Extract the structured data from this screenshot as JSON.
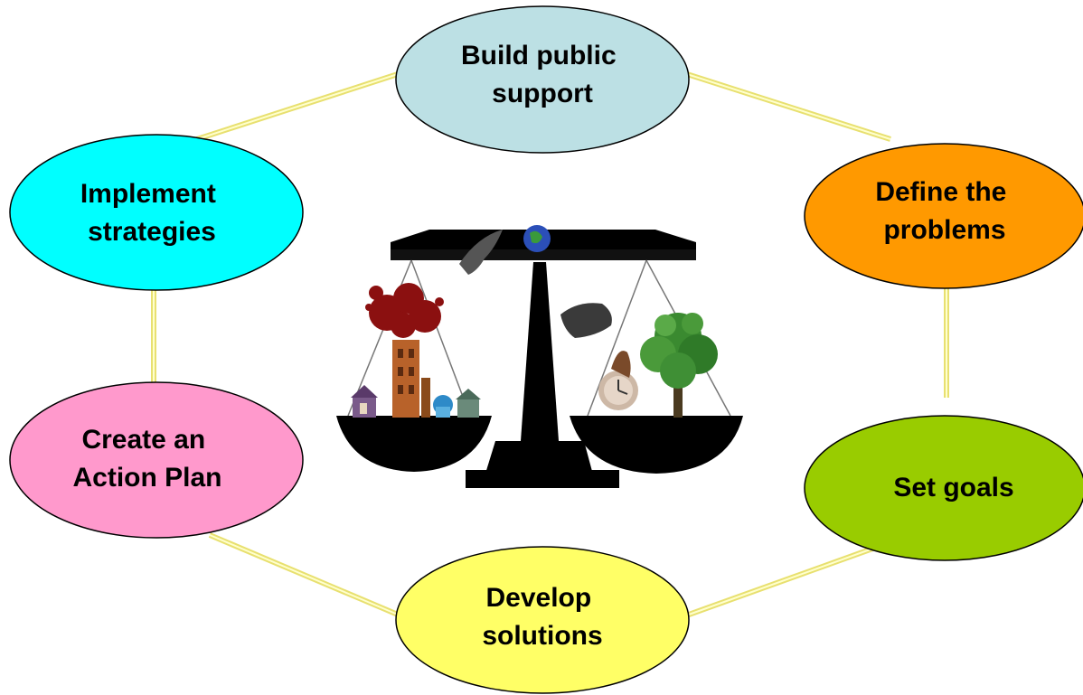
{
  "nodes": [
    {
      "id": "build",
      "lines": [
        "Build public",
        "support"
      ],
      "color": "#BCE0E4"
    },
    {
      "id": "define",
      "lines": [
        "Define the",
        "problems"
      ],
      "color": "#FF9900"
    },
    {
      "id": "goals",
      "lines": [
        "Set goals"
      ],
      "color": "#99CC00"
    },
    {
      "id": "develop",
      "lines": [
        "Develop",
        "solutions"
      ],
      "color": "#FFFF66"
    },
    {
      "id": "plan",
      "lines": [
        "Create an",
        "Action Plan"
      ],
      "color": "#FF99CC"
    },
    {
      "id": "implement",
      "lines": [
        "Implement",
        "strategies"
      ],
      "color": "#00FFFF"
    }
  ],
  "connector_color": "#FFFF99",
  "outline_color": "#000000",
  "center_image": {
    "icon": "balance-scale-icon"
  }
}
